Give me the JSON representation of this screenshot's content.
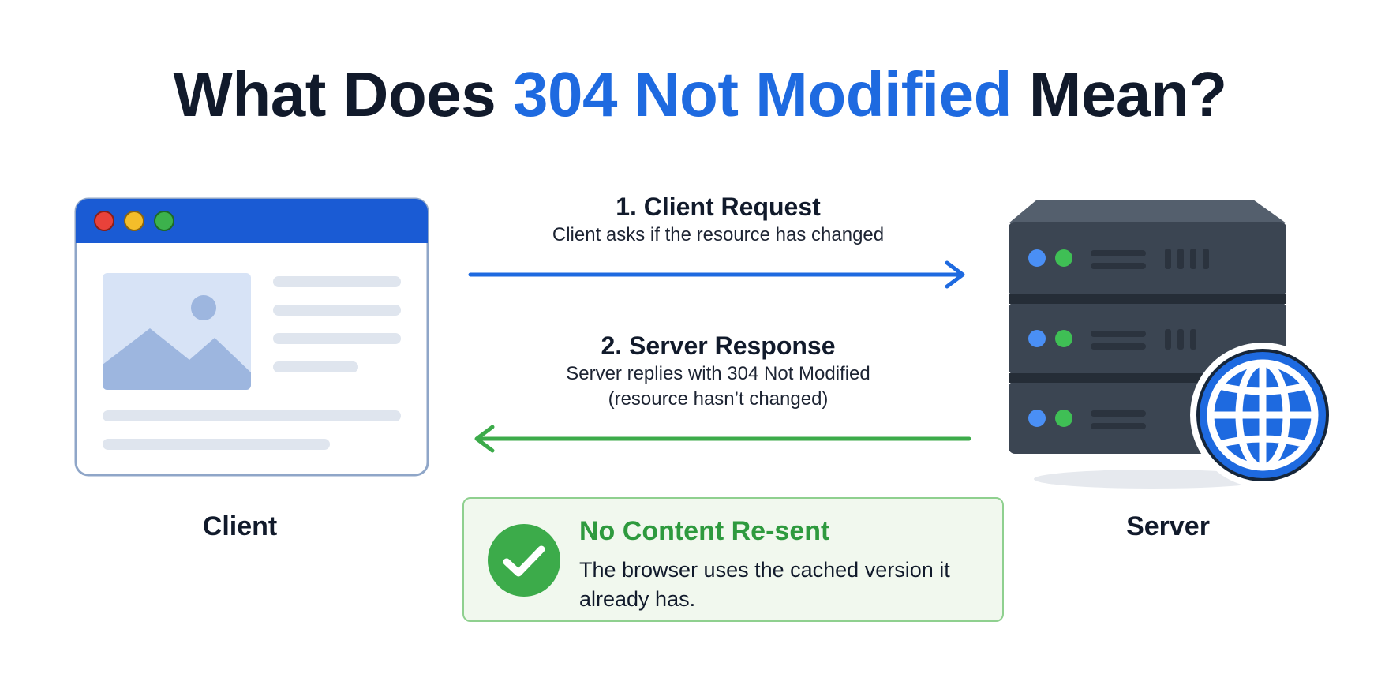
{
  "title": {
    "prefix": "What Does ",
    "highlight": "304 Not Modified",
    "suffix": " Mean?"
  },
  "steps": [
    {
      "title": "1. Client Request",
      "description": "Client asks if the resource has changed"
    },
    {
      "title": "2. Server Response",
      "description_lines": [
        "Server replies with 304 Not Modified",
        "(resource hasn’t changed)"
      ]
    }
  ],
  "nodes": {
    "client": "Client",
    "server": "Server"
  },
  "callout": {
    "title": "No Content Re-sent",
    "description": "The browser uses the cached version it already has."
  },
  "colors": {
    "accent_blue": "#1e6ae0",
    "accent_green": "#3cab4a",
    "server_body": "#3b4552",
    "window_bar": "#1a5bd4"
  },
  "icons": {
    "client": "browser-window-icon",
    "server": "server-stack-icon",
    "globe": "globe-icon",
    "check": "check-circle-icon"
  }
}
